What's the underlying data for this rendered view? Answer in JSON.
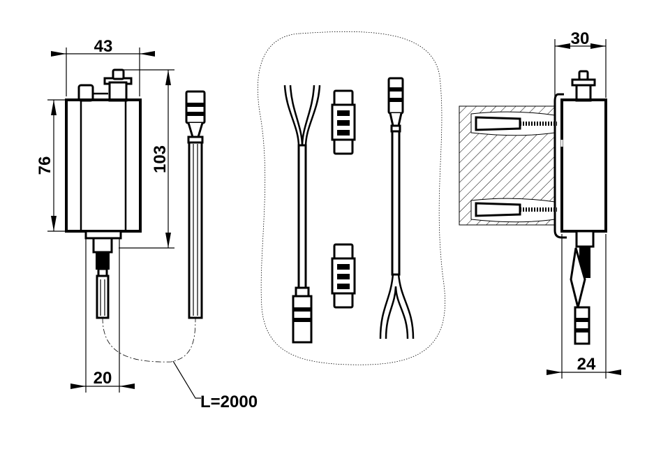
{
  "dimensions": {
    "width_front": "43",
    "height_body": "76",
    "height_total": "103",
    "cable_width": "20",
    "cable_length": "L=2000",
    "depth_top": "30",
    "depth_bottom": "24"
  }
}
